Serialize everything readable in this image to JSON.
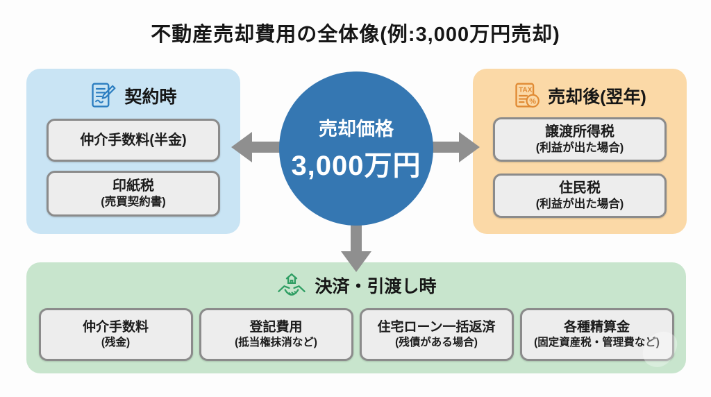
{
  "title": "不動産売却費用の全体像(例:3,000万円売却)",
  "center_circle": {
    "label": "売却価格",
    "value": "3,000万円"
  },
  "panels": {
    "contract": {
      "header": "契約時",
      "icon": "document-pen-icon",
      "items": [
        {
          "label": "仲介手数料(半金)",
          "sub": ""
        },
        {
          "label": "印紙税",
          "sub": "(売買契約書)"
        }
      ]
    },
    "after_sale": {
      "header": "売却後(翌年)",
      "icon": "tax-percent-icon",
      "items": [
        {
          "label": "譲渡所得税",
          "sub": "(利益が出た場合)"
        },
        {
          "label": "住民税",
          "sub": "(利益が出た場合)"
        }
      ]
    },
    "settlement": {
      "header": "決済・引渡し時",
      "icon": "house-handshake-icon",
      "items": [
        {
          "label": "仲介手数料",
          "sub": "(残金)"
        },
        {
          "label": "登記費用",
          "sub": "(抵当権抹消など)"
        },
        {
          "label": "住宅ローン一括返済",
          "sub": "(残債がある場合)"
        },
        {
          "label": "各種精算金",
          "sub": "(固定資産税・管理費など)"
        }
      ]
    }
  },
  "icons": {
    "tax_label": "TAX",
    "percent_label": "%"
  },
  "colors": {
    "panel_blue": "#c9e4f4",
    "panel_orange": "#fbd9a7",
    "panel_green": "#c8e5cd",
    "circle_blue": "#3577b2",
    "item_bg": "#ededed",
    "item_border": "#8b8b8b",
    "arrow_gray": "#8f8f8f",
    "icon_blue": "#2b7dc0",
    "icon_orange": "#e08a33",
    "icon_green": "#2f9e63",
    "text": "#161616",
    "background": "#fdfdfd"
  }
}
